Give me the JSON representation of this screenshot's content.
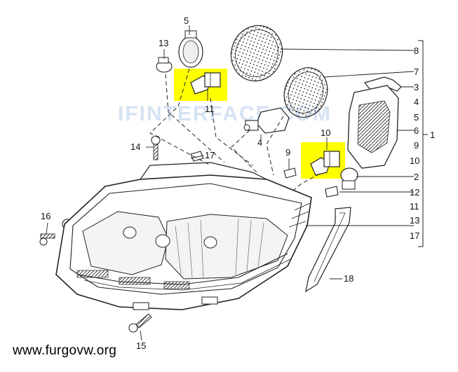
{
  "watermark": "IFINTERFACE.COM",
  "footer": {
    "site": "www.furgovw.org"
  },
  "callouts": {
    "c1": "1",
    "c2": "2",
    "c3": "3",
    "c4a": "4",
    "c4b": "4",
    "c5a": "5",
    "c5b": "5",
    "c6": "6",
    "c7": "7",
    "c8": "8",
    "c9a": "9",
    "c9b": "9",
    "c10a": "10",
    "c10b": "10",
    "c11a": "11",
    "c11b": "11",
    "c12": "12",
    "c13a": "13",
    "c13b": "13",
    "c14": "14",
    "c15": "15",
    "c16": "16",
    "c17a": "17",
    "c17b": "17",
    "c18": "18"
  },
  "highlight_color": "#ffff00"
}
